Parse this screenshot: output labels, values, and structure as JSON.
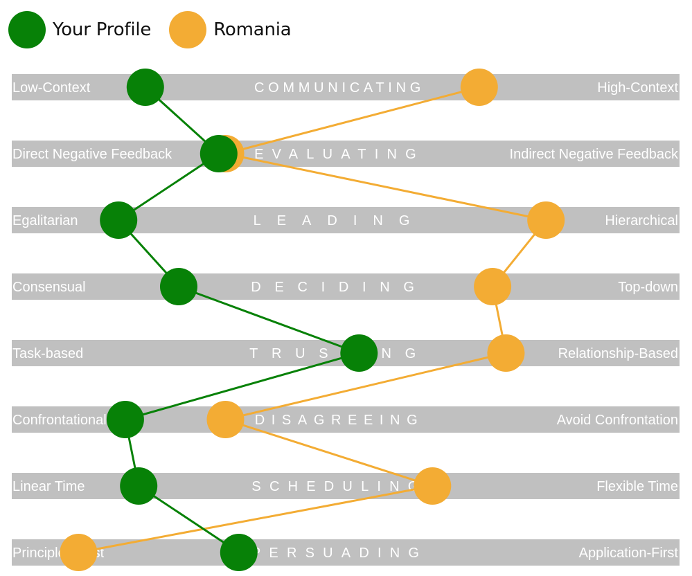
{
  "legend": {
    "profile": "Your Profile",
    "country": "Romania"
  },
  "colors": {
    "profile": "#078107",
    "country": "#f3ac34",
    "bar": "#c0c0c0",
    "bar_text": "#ffffff"
  },
  "chart_data": {
    "type": "line",
    "title": "",
    "scale": [
      0,
      100
    ],
    "dimensions": [
      {
        "name": "COMMUNICATING",
        "left": "Low-Context",
        "right": "High-Context"
      },
      {
        "name": "EVALUATING",
        "left": "Direct Negative Feedback",
        "right": "Indirect Negative Feedback"
      },
      {
        "name": "LEADING",
        "left": "Egalitarian",
        "right": "Hierarchical"
      },
      {
        "name": "DECIDING",
        "left": "Consensual",
        "right": "Top-down"
      },
      {
        "name": "TRUSTING",
        "left": "Task-based",
        "right": "Relationship-Based"
      },
      {
        "name": "DISAGREEING",
        "left": "Confrontational",
        "right": "Avoid Confrontation"
      },
      {
        "name": "SCHEDULING",
        "left": "Linear Time",
        "right": "Flexible Time"
      },
      {
        "name": "PERSUADING",
        "left": "Principles-First",
        "right": "Application-First"
      }
    ],
    "series": [
      {
        "name": "Your Profile",
        "key": "profile",
        "values": [
          20,
          31,
          16,
          25,
          52,
          17,
          19,
          34
        ]
      },
      {
        "name": "Romania",
        "key": "country",
        "values": [
          70,
          32,
          80,
          72,
          74,
          32,
          63,
          10
        ]
      }
    ]
  }
}
